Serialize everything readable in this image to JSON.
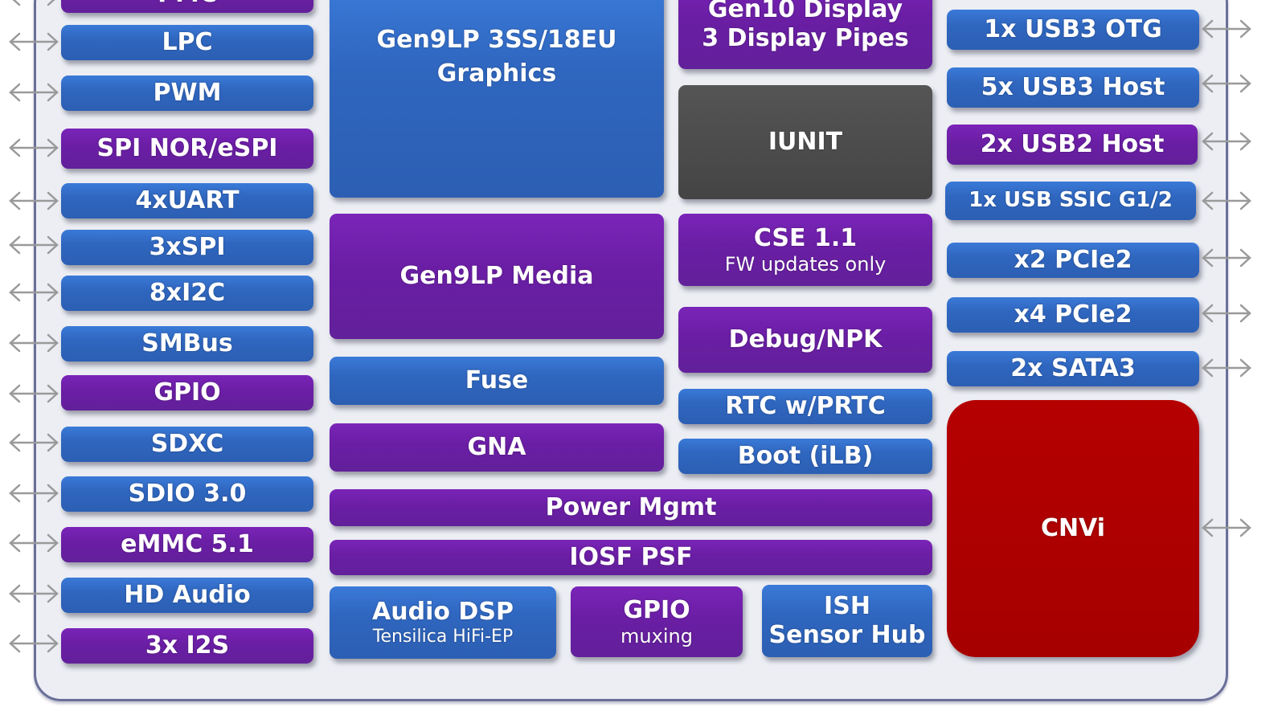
{
  "diagram": {
    "title": "SoC block diagram",
    "colors": {
      "blue": "#2f66bf",
      "purple": "#6a1ea4",
      "gray": "#464646",
      "red": "#a60000",
      "frame_bg": "#eceef4",
      "frame_border": "#6a6f99",
      "arrow": "#9a9a9a"
    },
    "left_io": [
      {
        "label": "PMC",
        "color": "purple"
      },
      {
        "label": "LPC",
        "color": "blue"
      },
      {
        "label": "PWM",
        "color": "blue"
      },
      {
        "label": "SPI NOR/eSPI",
        "color": "purple"
      },
      {
        "label": "4xUART",
        "color": "blue"
      },
      {
        "label": "3xSPI",
        "color": "blue"
      },
      {
        "label": "8xI2C",
        "color": "blue"
      },
      {
        "label": "SMBus",
        "color": "blue"
      },
      {
        "label": "GPIO",
        "color": "purple"
      },
      {
        "label": "SDXC",
        "color": "blue"
      },
      {
        "label": "SDIO 3.0",
        "color": "blue"
      },
      {
        "label": "eMMC 5.1",
        "color": "purple"
      },
      {
        "label": "HD Audio",
        "color": "blue"
      },
      {
        "label": "3x I2S",
        "color": "purple"
      }
    ],
    "center": {
      "graphics": {
        "line1": "Gen9LP 3SS/18EU",
        "line2": "Graphics",
        "color": "blue"
      },
      "media": {
        "label": "Gen9LP Media",
        "color": "purple"
      },
      "fuse": {
        "label": "Fuse",
        "color": "blue"
      },
      "gna": {
        "label": "GNA",
        "color": "purple"
      },
      "display": {
        "line1": "Gen10 Display",
        "line2": "3 Display Pipes",
        "color": "purple"
      },
      "iunit": {
        "label": "IUNIT",
        "color": "gray"
      },
      "cse": {
        "line1": "CSE 1.1",
        "line2": "FW updates only",
        "color": "purple"
      },
      "debug": {
        "label": "Debug/NPK",
        "color": "purple"
      },
      "rtc": {
        "label": "RTC w/PRTC",
        "color": "blue"
      },
      "boot": {
        "label": "Boot (iLB)",
        "color": "blue"
      },
      "power": {
        "label": "Power Mgmt",
        "color": "purple"
      },
      "iosf": {
        "label": "IOSF PSF",
        "color": "purple"
      },
      "audio_dsp": {
        "line1": "Audio DSP",
        "line2": "Tensilica HiFi-EP",
        "color": "blue"
      },
      "gpio_mux": {
        "line1": "GPIO",
        "line2": "muxing",
        "color": "purple"
      },
      "ish": {
        "line1": "ISH",
        "line2": "Sensor Hub",
        "color": "blue"
      }
    },
    "right_io": [
      {
        "label": "1x USB3 OTG",
        "color": "blue"
      },
      {
        "label": "5x USB3 Host",
        "color": "blue"
      },
      {
        "label": "2x USB2 Host",
        "color": "purple"
      },
      {
        "label": "1x USB SSIC G1/2",
        "color": "blue"
      },
      {
        "label": "x2 PCIe2",
        "color": "blue"
      },
      {
        "label": "x4 PCIe2",
        "color": "blue"
      },
      {
        "label": "2x SATA3",
        "color": "blue"
      }
    ],
    "cnvi": {
      "label": "CNVi",
      "color": "red"
    },
    "arrow_icon": "bidirectional-arrow-icon"
  }
}
